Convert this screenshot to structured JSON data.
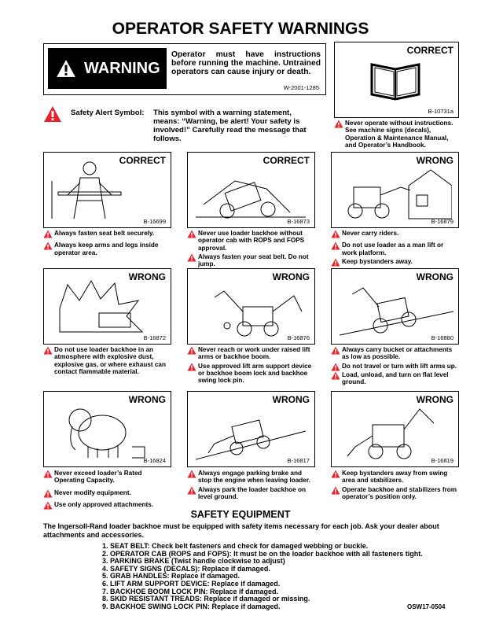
{
  "title": "OPERATOR SAFETY WARNINGS",
  "warning": {
    "label": "WARNING",
    "text": "Operator must have instructions before running the machine. Untrained operators can cause injury or death.",
    "code": "W-2001-1285"
  },
  "alert_symbol": {
    "label": "Safety Alert Symbol:",
    "text": "This symbol with a warning statement, means: “Warning, be alert! Your safety is involved!” Carefully read the message that follows."
  },
  "manual_panel": {
    "label": "CORRECT",
    "code": "B-10731a",
    "captions": [
      "Never operate without instructions. See machine signs (decals), Operation & Maintenance Manual, and Operator’s Handbook."
    ]
  },
  "panels": [
    {
      "label": "CORRECT",
      "code": "B-16699",
      "captions": [
        "Always fasten seat belt securely.",
        "Always keep arms and legs inside operator area."
      ]
    },
    {
      "label": "CORRECT",
      "code": "B-16873",
      "captions": [
        "Never use loader backhoe without operator cab with ROPS and FOPS approval.",
        "Always fasten your seat belt. Do not jump."
      ]
    },
    {
      "label": "WRONG",
      "code": "B-16879",
      "captions": [
        "Never carry riders.",
        "Do not use loader as a man lift or work platform.",
        "Keep bystanders away."
      ]
    },
    {
      "label": "WRONG",
      "code": "B-16872",
      "captions": [
        "Do not use loader backhoe in an atmosphere with explosive dust, explosive gas, or where exhaust can contact flammable material."
      ]
    },
    {
      "label": "WRONG",
      "code": "B-16876",
      "captions": [
        "Never reach or work under raised lift arms or backhoe boom.",
        "Use approved lift arm support device or backhoe boom lock and backhoe swing lock pin."
      ]
    },
    {
      "label": "WRONG",
      "code": "B-16880",
      "captions": [
        "Always carry bucket or attachments as low as possible.",
        "Do not travel or turn with lift arms up.",
        "Load, unload, and turn on flat level ground."
      ]
    },
    {
      "label": "WRONG",
      "code": "B-16824",
      "captions": [
        "Never exceed loader’s Rated Operating Capacity.",
        "Never modify equipment.",
        "Use only approved attachments."
      ]
    },
    {
      "label": "WRONG",
      "code": "B-16817",
      "captions": [
        "Always engage parking brake and stop the engine when leaving loader.",
        "Always park the loader backhoe on level ground."
      ]
    },
    {
      "label": "WRONG",
      "code": "B-16819",
      "captions": [
        "Keep bystanders away from swing area and stabilizers.",
        "Operate backhoe and stabilizers from operator’s position only."
      ]
    }
  ],
  "safety": {
    "heading": "SAFETY EQUIPMENT",
    "intro": "The Ingersoll-Rand loader backhoe must be equipped with safety items necessary for each job. Ask your dealer about attachments and accessories.",
    "items": [
      "1.  SEAT BELT: Check belt fasteners and check for damaged webbing or buckle.",
      "2.  OPERATOR CAB (ROPS and FOPS): It must be on the loader backhoe with all fasteners tight.",
      "3.  PARKING BRAKE (Twist handle clockwise to adjust)",
      "4.  SAFETY SIGNS (DECALS): Replace if damaged.",
      "5.  GRAB HANDLES: Replace if damaged.",
      "6.  LIFT ARM SUPPORT DEVICE: Replace if damaged.",
      "7.  BACKHOE BOOM LOCK PIN: Replace if damaged.",
      "8.  SKID RESISTANT TREADS: Replace if damaged or missing.",
      "9.  BACKHOE SWING LOCK PIN: Replace if damaged."
    ],
    "doc_code": "OSW17-0504"
  },
  "colors": {
    "alert_red": "#e8222a",
    "black": "#000000"
  }
}
